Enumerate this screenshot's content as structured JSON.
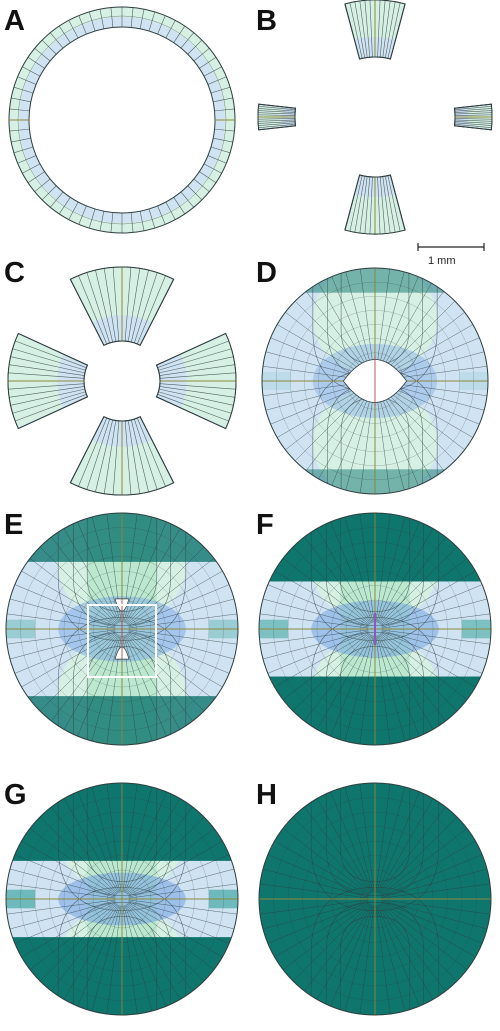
{
  "panels": [
    {
      "label": "A",
      "stage": "ring",
      "inner_radius_ratio": 0.82,
      "density": 0.0
    },
    {
      "label": "B",
      "stage": "petals",
      "density": 0.0
    },
    {
      "label": "C",
      "stage": "petals-growing",
      "density": 0.0
    },
    {
      "label": "D",
      "stage": "near-closed",
      "density": 0.15
    },
    {
      "label": "E",
      "stage": "closed-early",
      "density": 0.45
    },
    {
      "label": "F",
      "stage": "closed-mid",
      "density": 0.7
    },
    {
      "label": "G",
      "stage": "closed-late",
      "density": 0.82
    },
    {
      "label": "H",
      "stage": "closed-final",
      "density": 1.0
    }
  ],
  "scale_bar": {
    "label": "1 mm"
  },
  "colors": {
    "outline": "#2f3d3f",
    "pale_blue": "#cfe3f2",
    "pale_green": "#d6f0e4",
    "light_green": "#a8e2bf",
    "blue": "#7aa7e6",
    "mid_teal": "#58b0ae",
    "dark_teal": "#0f766e",
    "axis_red": "#b24a4a",
    "axis_olive": "#8b8a3a",
    "purple": "#8d5ab8"
  }
}
